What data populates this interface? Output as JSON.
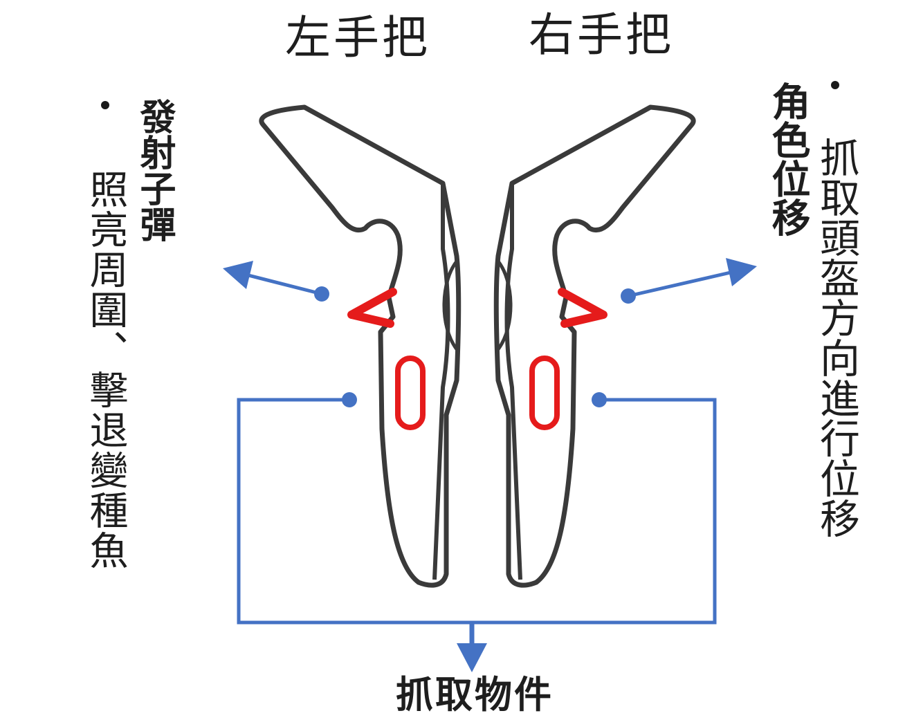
{
  "titles": {
    "left": "左手把",
    "right": "右手把"
  },
  "left_annotation": {
    "bold": "發射子彈",
    "normal": "照亮周圍、擊退變種魚"
  },
  "right_annotation": {
    "bold": "角色位移",
    "normal": "抓取頭盔方向進行位移"
  },
  "bottom_label": "抓取物件",
  "colors": {
    "outline": "#3a3a3a",
    "button": "#e51b1b",
    "arrow": "#4472c4"
  }
}
